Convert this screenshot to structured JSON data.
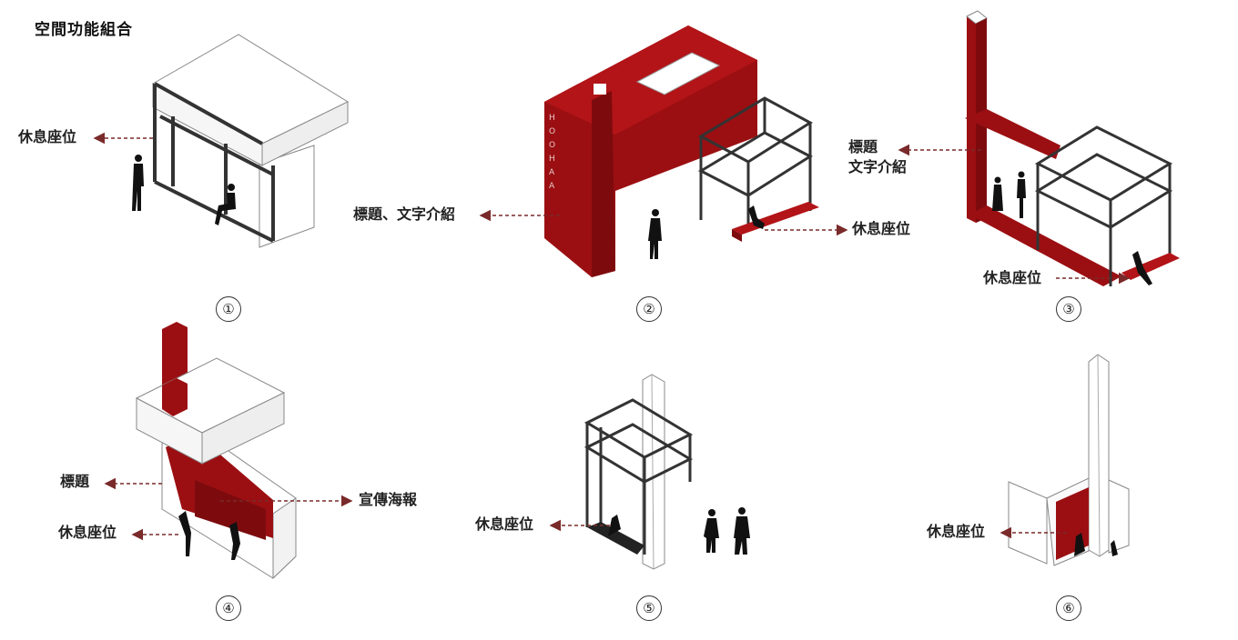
{
  "title": "空間功能組合",
  "colors": {
    "red": "#9b0f12",
    "dark_red": "#6f0a0d",
    "frame": "#333333",
    "arrow": "#7a2a2a"
  },
  "diagrams": [
    {
      "number": "①",
      "labels": [
        "休息座位"
      ]
    },
    {
      "number": "②",
      "labels": [
        "標題、文字介紹",
        "休息座位"
      ],
      "sign_text": "HOOHAA"
    },
    {
      "number": "③",
      "labels": [
        "標題",
        "文字介紹",
        "休息座位"
      ]
    },
    {
      "number": "④",
      "labels": [
        "標題",
        "宣傳海報",
        "休息座位"
      ]
    },
    {
      "number": "⑤",
      "labels": [
        "休息座位"
      ]
    },
    {
      "number": "⑥",
      "labels": [
        "休息座位"
      ]
    }
  ]
}
